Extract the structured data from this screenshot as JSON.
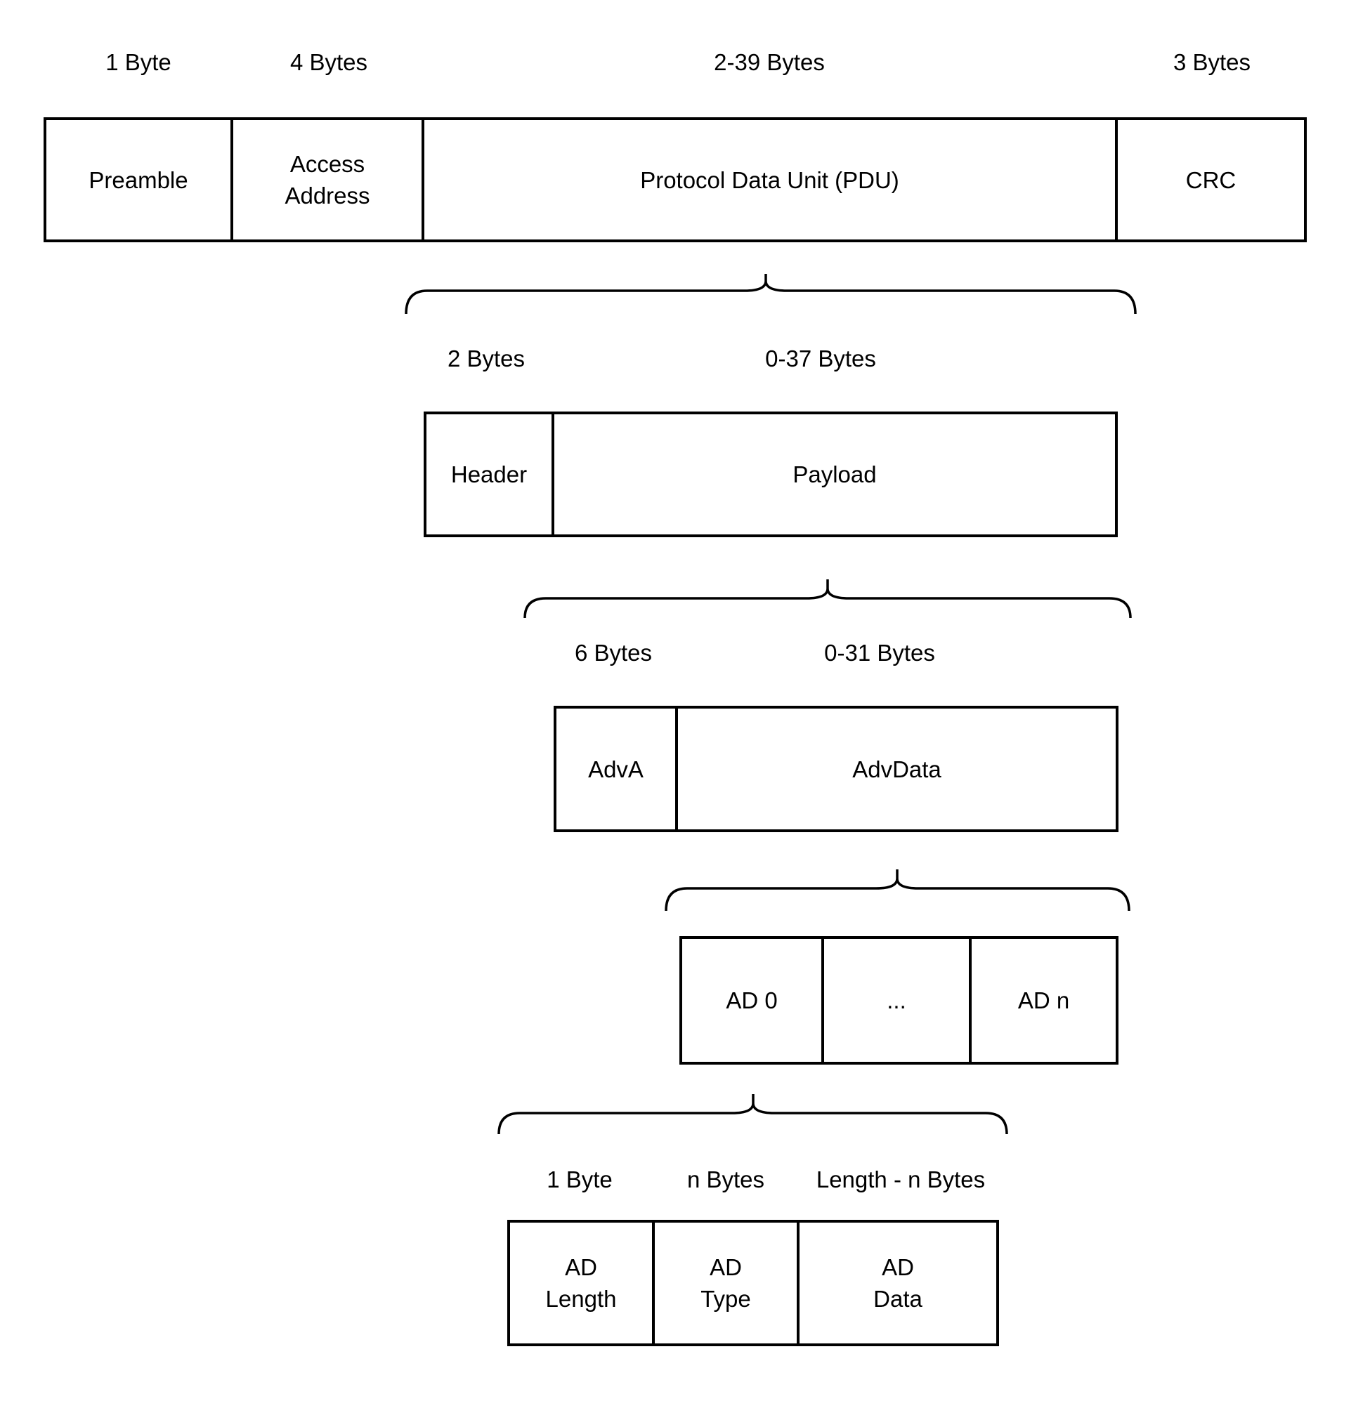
{
  "colors": {
    "line": "#000000",
    "background": "#ffffff",
    "text": "#000000"
  },
  "diagram": {
    "packet": {
      "fields": [
        {
          "size": "1 Byte",
          "label": "Preamble"
        },
        {
          "size": "4 Bytes",
          "label": "Access\nAddress"
        },
        {
          "size": "2-39 Bytes",
          "label": "Protocol Data Unit (PDU)"
        },
        {
          "size": "3 Bytes",
          "label": "CRC"
        }
      ]
    },
    "pdu": {
      "fields": [
        {
          "size": "2 Bytes",
          "label": "Header"
        },
        {
          "size": "0-37 Bytes",
          "label": "Payload"
        }
      ]
    },
    "payload": {
      "fields": [
        {
          "size": "6 Bytes",
          "label": "AdvA"
        },
        {
          "size": "0-31 Bytes",
          "label": "AdvData"
        }
      ]
    },
    "advdata": {
      "fields": [
        {
          "label": "AD 0"
        },
        {
          "label": "..."
        },
        {
          "label": "AD n"
        }
      ]
    },
    "ad": {
      "fields": [
        {
          "size": "1 Byte",
          "label": "AD\nLength"
        },
        {
          "size": "n Bytes",
          "label": "AD\nType"
        },
        {
          "size": "Length - n Bytes",
          "label": "AD\nData"
        }
      ]
    }
  }
}
